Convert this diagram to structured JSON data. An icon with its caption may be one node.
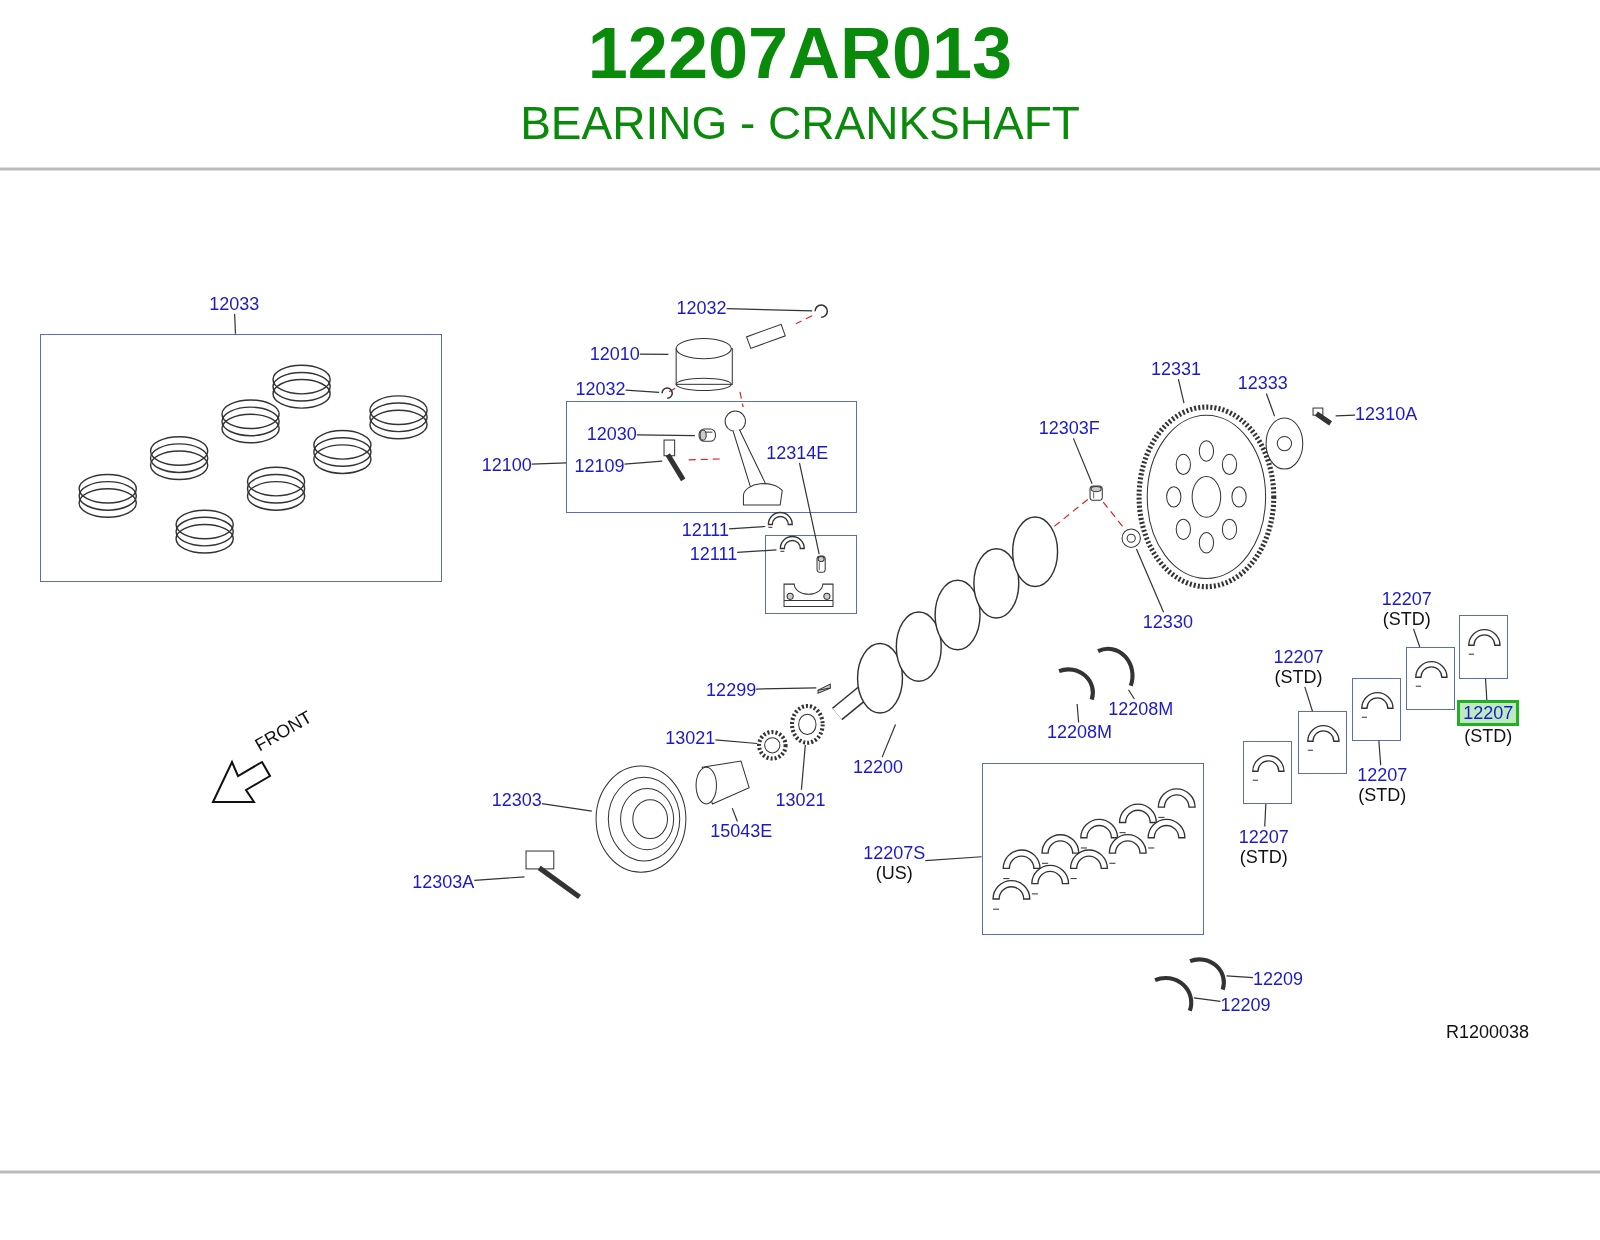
{
  "diagram": {
    "title": "12207AR013",
    "nodes": [
      {
        "text": [
          "12033"
        ]
      },
      {
        "text": [],
        "shape": "box"
      },
      {
        "text": [],
        "shape": "picture",
        "in": 1
      },
      {
        "text": [
          "12032"
        ]
      },
      {
        "text": [],
        "shape": "picture"
      },
      {
        "text": [
          "12010"
        ]
      },
      {
        "text": [],
        "shape": "picture"
      },
      {
        "text": [
          "12032"
        ]
      },
      {
        "text": [],
        "shape": "picture"
      },
      {
        "text": [
          "12100"
        ]
      },
      {
        "text": [],
        "shape": "box"
      },
      {
        "text": [
          "12030"
        ],
        "in": 10
      },
      {
        "text": [],
        "shape": "picture",
        "in": 10
      },
      {
        "text": [
          "12109"
        ],
        "in": 10
      },
      {
        "text": [],
        "shape": "picture",
        "in": 10
      },
      {
        "text": [],
        "shape": "picture",
        "in": 10
      },
      {
        "text": [
          "12314E"
        ],
        "in": 10
      },
      {
        "text": [
          "12111"
        ]
      },
      {
        "text": [],
        "shape": "picture"
      },
      {
        "text": [
          "12111"
        ]
      },
      {
        "text": [],
        "shape": "box"
      },
      {
        "text": [],
        "shape": "picture",
        "in": 20
      },
      {
        "text": [],
        "shape": "picture",
        "in": 20
      },
      {
        "text": [],
        "shape": "picture",
        "in": 20
      },
      {
        "text": [
          "12303F"
        ]
      },
      {
        "text": [],
        "shape": "picture"
      },
      {
        "text": [
          "12331"
        ]
      },
      {
        "text": [],
        "shape": "picture"
      },
      {
        "text": [
          "12333"
        ]
      },
      {
        "text": [],
        "shape": "picture"
      },
      {
        "text": [],
        "shape": "picture"
      },
      {
        "text": [
          "12310A"
        ]
      },
      {
        "text": [
          "12330"
        ]
      },
      {
        "text": [],
        "shape": "picture"
      },
      {
        "text": [
          "12299"
        ]
      },
      {
        "text": [],
        "shape": "picture"
      },
      {
        "text": [
          "12208M"
        ]
      },
      {
        "text": [],
        "shape": "picture"
      },
      {
        "text": [
          "12208M"
        ]
      },
      {
        "text": [],
        "shape": "picture"
      },
      {
        "text": [
          "12200"
        ]
      },
      {
        "text": [],
        "shape": "picture"
      },
      {
        "text": [
          "13021"
        ]
      },
      {
        "text": [],
        "shape": "picture"
      },
      {
        "text": [
          "13021"
        ]
      },
      {
        "text": [],
        "shape": "picture"
      },
      {
        "text": [
          "15043E"
        ]
      },
      {
        "text": [],
        "shape": "picture"
      },
      {
        "text": [
          "12303"
        ]
      },
      {
        "text": [],
        "shape": "picture"
      },
      {
        "text": [
          "12303A"
        ]
      },
      {
        "text": [],
        "shape": "picture"
      },
      {
        "text": [
          "12207S",
          "(US)"
        ]
      },
      {
        "text": [],
        "shape": "box"
      },
      {
        "text": [],
        "shape": "picture",
        "in": 53
      },
      {
        "text": [
          "12207",
          "(STD)"
        ]
      },
      {
        "text": [],
        "shape": "box"
      },
      {
        "text": [],
        "shape": "picture",
        "in": 56
      },
      {
        "text": [
          "12207",
          "(STD)"
        ]
      },
      {
        "text": [],
        "shape": "box"
      },
      {
        "text": [],
        "shape": "picture",
        "in": 59
      },
      {
        "text": [
          "12207",
          "(STD)"
        ]
      },
      {
        "text": [],
        "shape": "box"
      },
      {
        "text": [],
        "shape": "picture",
        "in": 62
      },
      {
        "text": [
          "12207",
          "(STD)"
        ]
      },
      {
        "text": [],
        "shape": "box"
      },
      {
        "text": [],
        "shape": "picture",
        "in": 65
      },
      {
        "text": [
          "12207",
          "(STD)"
        ]
      },
      {
        "text": [],
        "shape": "box"
      },
      {
        "text": [],
        "shape": "picture",
        "in": 68
      },
      {
        "text": [
          "12209"
        ]
      },
      {
        "text": [],
        "shape": "picture"
      },
      {
        "text": [
          "12209"
        ]
      },
      {
        "text": [],
        "shape": "picture"
      }
    ],
    "edges": [
      {
        "from": 0,
        "to": 1,
        "arrow": "none"
      },
      {
        "from": 3,
        "to": 4,
        "arrow": "none"
      },
      {
        "from": 5,
        "to": 6,
        "arrow": "none"
      },
      {
        "from": 7,
        "to": 8,
        "arrow": "none"
      },
      {
        "from": 9,
        "to": 10,
        "arrow": "none"
      },
      {
        "from": 11,
        "to": 12,
        "arrow": "none"
      },
      {
        "from": 13,
        "to": 14,
        "arrow": "none"
      },
      {
        "from": 16,
        "to": 22,
        "arrow": "none"
      },
      {
        "from": 17,
        "to": 18,
        "arrow": "none"
      },
      {
        "from": 19,
        "to": 21,
        "arrow": "none"
      },
      {
        "from": 24,
        "to": 25,
        "arrow": "none"
      },
      {
        "from": 26,
        "to": 27,
        "arrow": "none"
      },
      {
        "from": 28,
        "to": 29,
        "arrow": "none"
      },
      {
        "from": 31,
        "to": 30,
        "arrow": "none"
      },
      {
        "from": 32,
        "to": 33,
        "arrow": "none"
      },
      {
        "from": 34,
        "to": 35,
        "arrow": "none"
      },
      {
        "from": 36,
        "to": 37,
        "arrow": "none"
      },
      {
        "from": 38,
        "to": 39,
        "arrow": "none"
      },
      {
        "from": 40,
        "to": 41,
        "arrow": "none"
      },
      {
        "from": 42,
        "to": 43,
        "arrow": "none"
      },
      {
        "from": 44,
        "to": 45,
        "arrow": "none"
      },
      {
        "from": 46,
        "to": 47,
        "arrow": "none"
      },
      {
        "from": 48,
        "to": 49,
        "arrow": "none"
      },
      {
        "from": 50,
        "to": 51,
        "arrow": "none"
      },
      {
        "from": 52,
        "to": 53,
        "arrow": "none"
      },
      {
        "from": 55,
        "to": 56,
        "arrow": "none"
      },
      {
        "from": 58,
        "to": 59,
        "arrow": "none"
      },
      {
        "from": 61,
        "to": 62,
        "arrow": "none"
      },
      {
        "from": 64,
        "to": 65,
        "arrow": "none"
      },
      {
        "from": 67,
        "to": 68,
        "arrow": "none"
      },
      {
        "from": 70,
        "to": 71,
        "arrow": "none"
      },
      {
        "from": 72,
        "to": 73,
        "arrow": "none"
      },
      {
        "from": 4,
        "to": 6,
        "arrow": "none",
        "style": "dashed",
        "color": "#e02020"
      },
      {
        "from": 6,
        "to": 8,
        "arrow": "none",
        "style": "dashed",
        "color": "#e02020"
      },
      {
        "from": 6,
        "to": 15,
        "arrow": "none",
        "style": "dashed",
        "color": "#e02020"
      },
      {
        "from": 14,
        "to": 15,
        "arrow": "none",
        "style": "dashed",
        "color": "#e02020"
      },
      {
        "from": 25,
        "to": 41,
        "arrow": "none",
        "style": "dashed",
        "color": "#e02020"
      },
      {
        "from": 25,
        "to": 33,
        "arrow": "none",
        "style": "dashed",
        "color": "#e02020"
      }
    ],
    "labels": [
      "BEARING - CRANKSHAFT",
      "FRONT",
      "R1200038"
    ]
  }
}
